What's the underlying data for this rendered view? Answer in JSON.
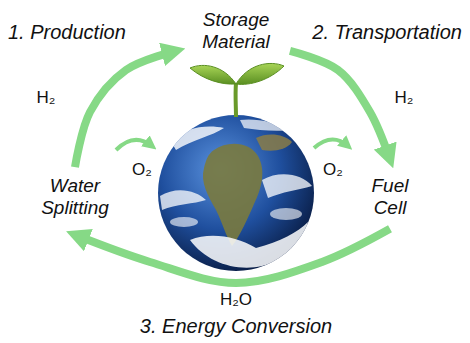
{
  "diagram": {
    "nodes": [
      {
        "text": [
          "Storage Material"
        ]
      },
      {
        "text": [
          "Water Splitting"
        ]
      },
      {
        "text": [
          "Fuel Cell"
        ]
      }
    ],
    "edges": [
      {
        "from": 1,
        "to": 0,
        "arrow": "to",
        "label": "H₂"
      },
      {
        "from": 0,
        "to": 2,
        "arrow": "to",
        "label": "H₂"
      },
      {
        "from": 2,
        "to": 1,
        "arrow": "to",
        "label": "H₂O"
      }
    ],
    "labels": [
      "1. Production",
      "2. Transportation",
      "O₂",
      "O₂",
      "3. Energy Conversion"
    ]
  }
}
